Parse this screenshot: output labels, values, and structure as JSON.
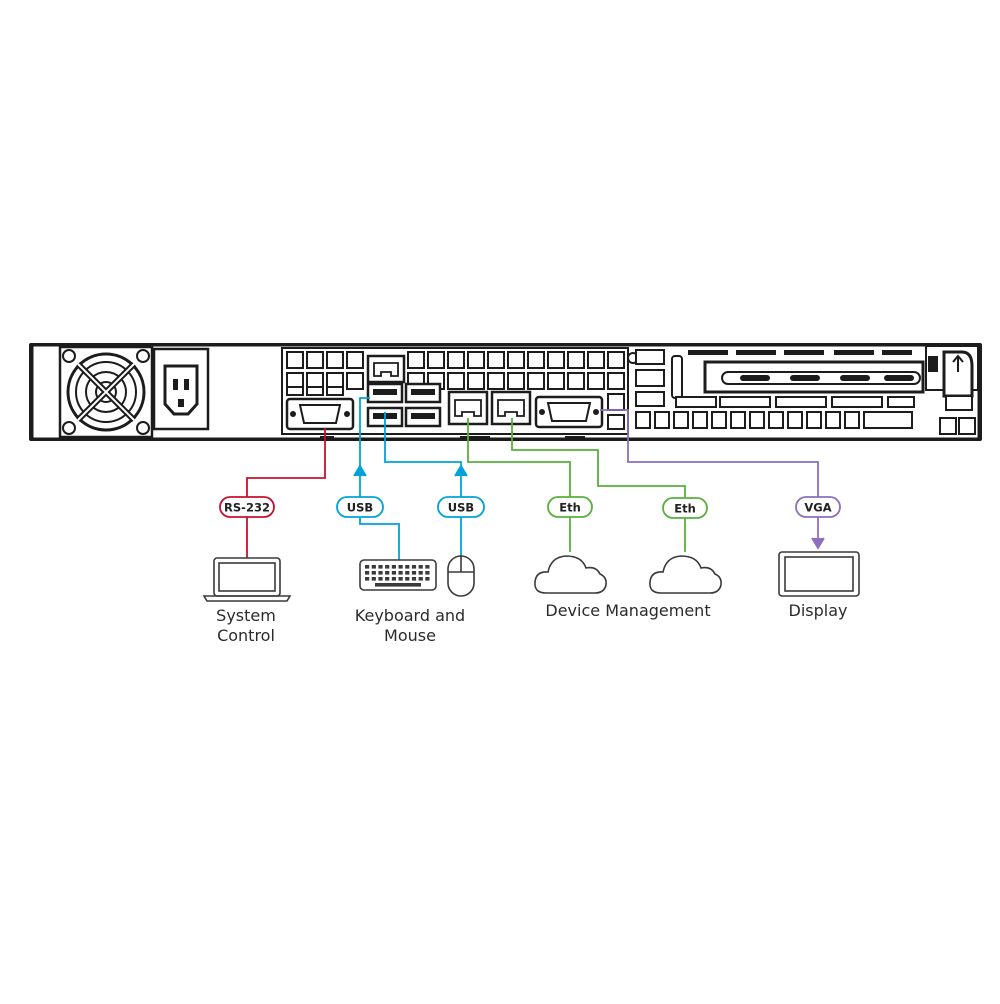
{
  "badges": {
    "rs232": "RS-232",
    "usb_keyboard": "USB",
    "usb_mouse": "USB",
    "eth_1": "Eth",
    "eth_2": "Eth",
    "vga": "VGA"
  },
  "captions": {
    "system_control_line1": "System",
    "system_control_line2": "Control",
    "keyboard_mouse_line1": "Keyboard and",
    "keyboard_mouse_line2": "Mouse",
    "device_management": "Device Management",
    "display": "Display"
  },
  "colors": {
    "rs232": "#c8102e",
    "usb": "#00a3d9",
    "ethernet": "#57b03c",
    "vga": "#8c6fbf",
    "chassis": "#1c1c1c"
  }
}
